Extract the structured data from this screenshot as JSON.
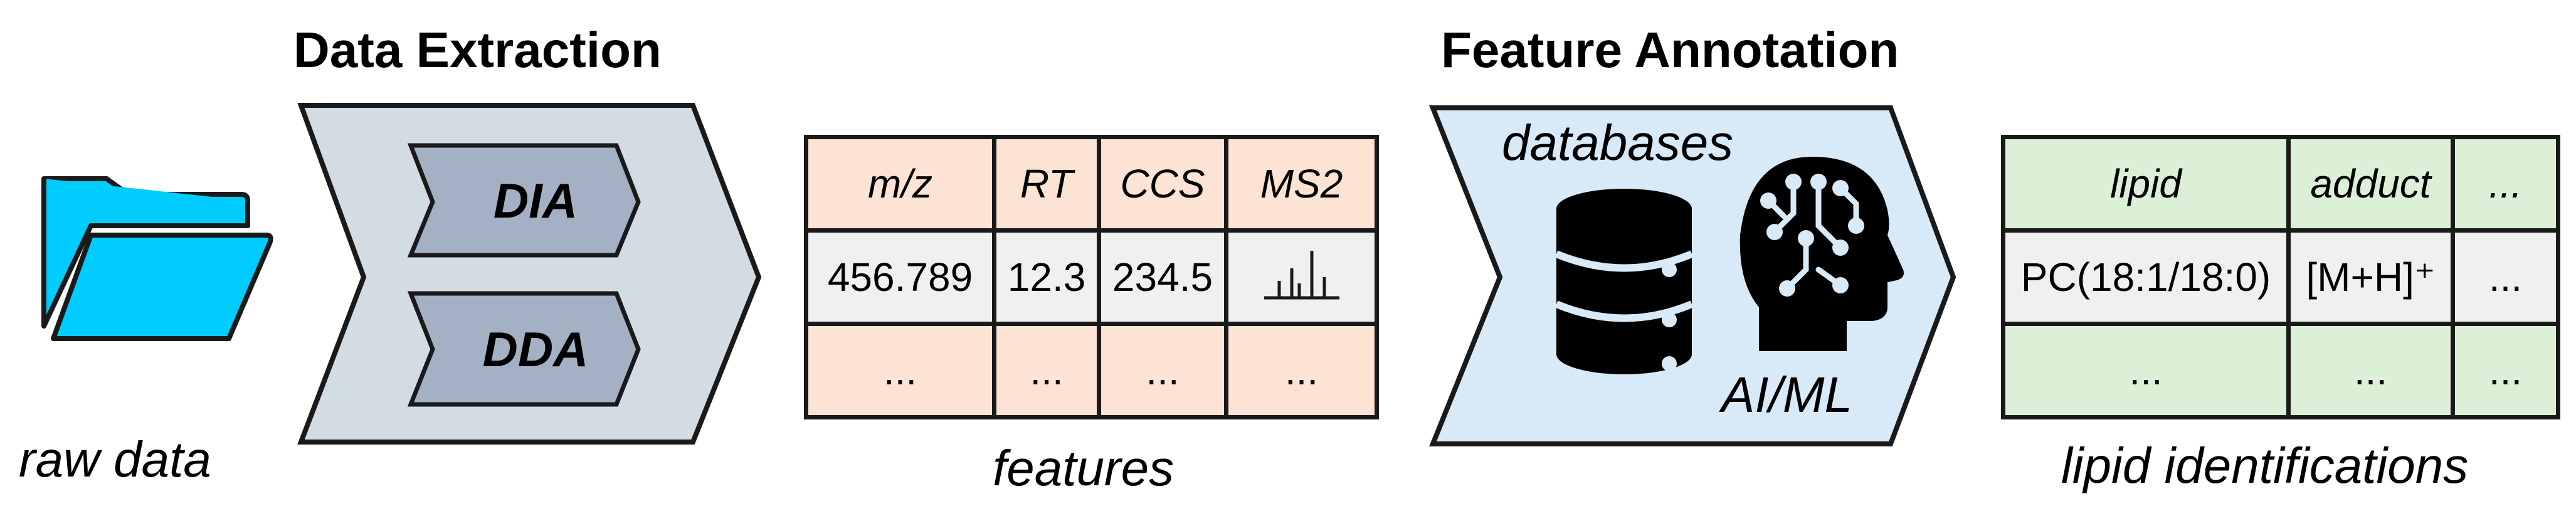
{
  "raw_data": {
    "caption": "raw data",
    "icon": "folder-icon",
    "color": "#00ccff"
  },
  "extraction": {
    "title": "Data Extraction",
    "fill": "#d3dbe3",
    "chips": [
      {
        "label": "DIA"
      },
      {
        "label": "DDA"
      }
    ],
    "chip_fill": "#a4b1c4"
  },
  "features": {
    "caption": "features",
    "headers": [
      "m/z",
      "RT",
      "CCS",
      "MS2"
    ],
    "row": [
      "456.789",
      "12.3",
      "234.5"
    ],
    "ellipsis": "...",
    "ms2_icon": "spectrum-icon"
  },
  "annotation": {
    "title": "Feature Annotation",
    "fill": "#d8e9f8",
    "databases_label": "databases",
    "aiml_label": "AI/ML",
    "database_icon": "database-icon",
    "ai_icon": "ai-head-icon"
  },
  "lipids": {
    "caption": "lipid identifications",
    "headers": [
      "lipid",
      "adduct",
      "..."
    ],
    "row": [
      "PC(18:1/18:0)",
      "[M+H]⁺",
      "..."
    ],
    "ellipsis": "..."
  }
}
